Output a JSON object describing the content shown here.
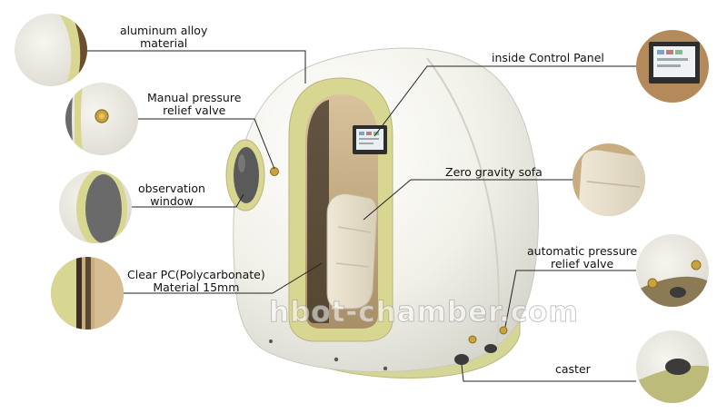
{
  "colors": {
    "shell": "#f4f3ec",
    "trim": "#d9d89a",
    "trim_dark": "#c2c07a",
    "interior": "#cdb58f",
    "leader_line": "#222222"
  },
  "labels": {
    "aluminum_alloy": {
      "line1": "aluminum alloy",
      "line2": "material"
    },
    "manual_valve": {
      "line1": "Manual pressure",
      "line2": "relief valve"
    },
    "observation_window": {
      "line1": "observation",
      "line2": "window"
    },
    "clear_pc": {
      "line1": "Clear PC(Polycarbonate)",
      "line2": "Material 15mm"
    },
    "control_panel": {
      "line1": "inside Control Panel"
    },
    "zero_gravity": {
      "line1": "Zero gravity sofa"
    },
    "automatic_valve": {
      "line1": "automatic pressure",
      "line2": "relief valve"
    },
    "caster": {
      "line1": "caster"
    }
  },
  "watermark": "hbot-chamber.com"
}
